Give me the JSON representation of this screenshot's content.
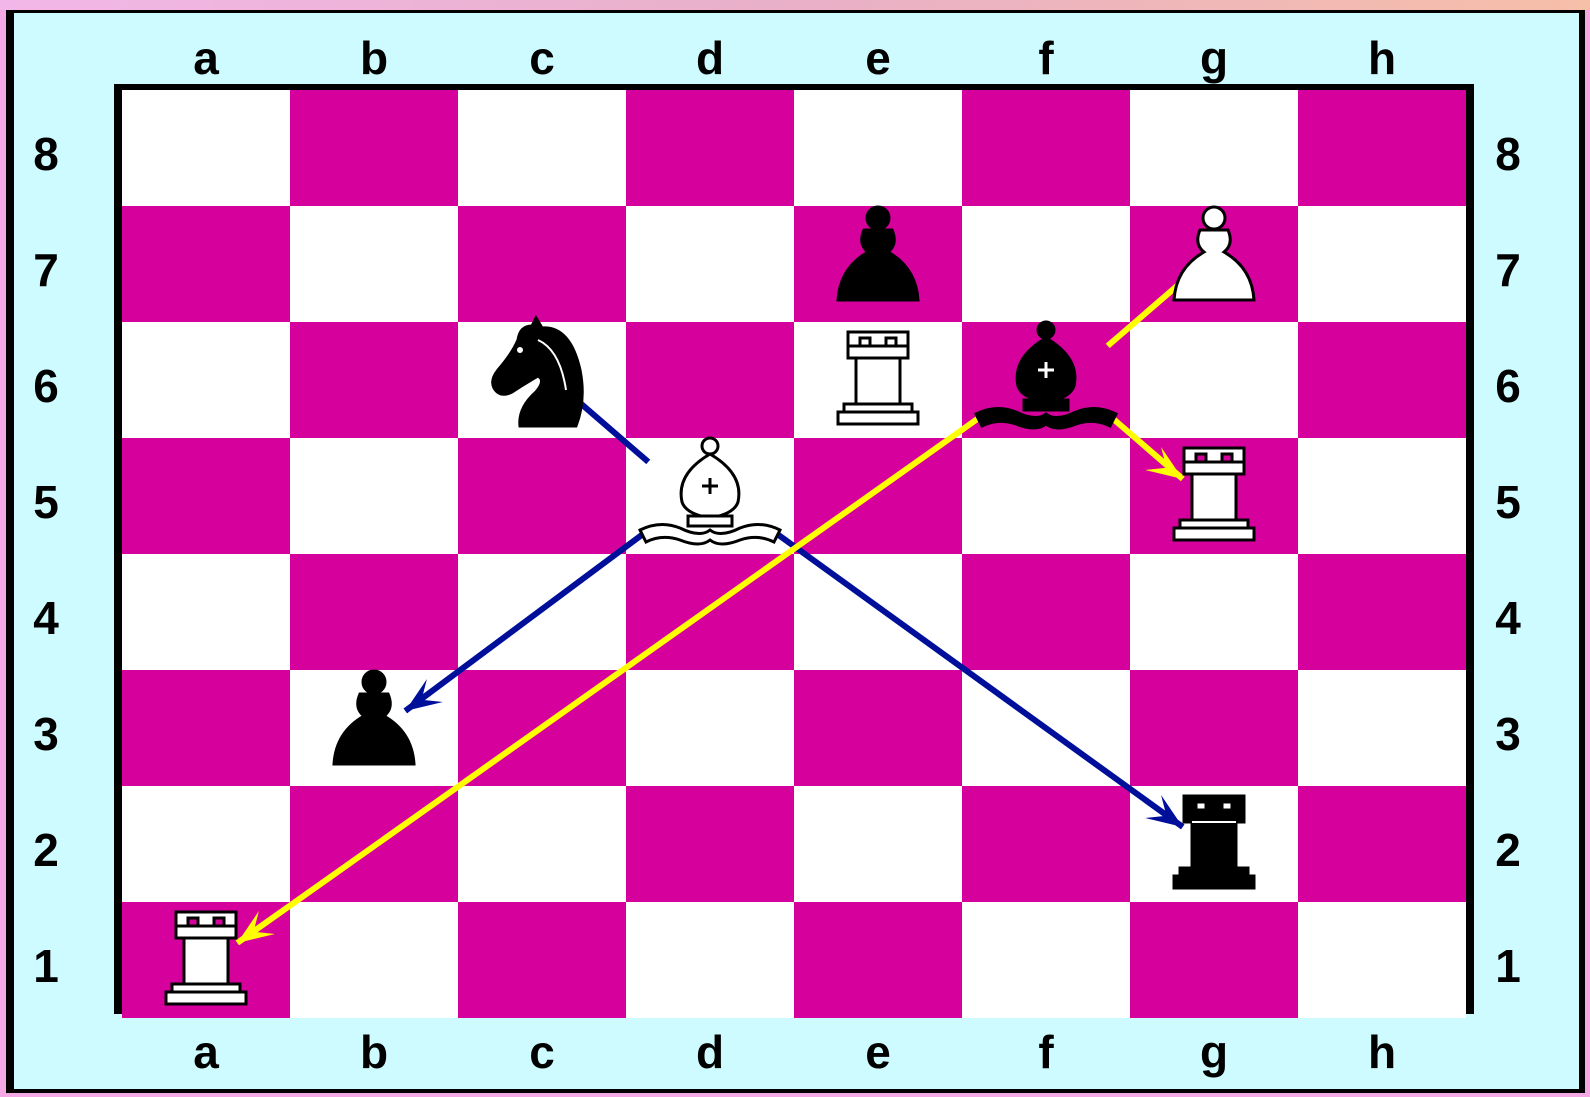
{
  "board": {
    "files": [
      "a",
      "b",
      "c",
      "d",
      "e",
      "f",
      "g",
      "h"
    ],
    "ranks": [
      "8",
      "7",
      "6",
      "5",
      "4",
      "3",
      "2",
      "1"
    ],
    "colors": {
      "light": "#ffffff",
      "dark": "#d6009c",
      "frame": "#cdfbff",
      "outer": "#f4a9e4"
    }
  },
  "pieces": [
    {
      "square": "e7",
      "piece": "pawn",
      "color": "black",
      "icon": "black-pawn-icon"
    },
    {
      "square": "g7",
      "piece": "pawn",
      "color": "white",
      "icon": "white-pawn-icon"
    },
    {
      "square": "c6",
      "piece": "knight",
      "color": "black",
      "icon": "black-knight-icon"
    },
    {
      "square": "e6",
      "piece": "rook",
      "color": "white",
      "icon": "white-rook-icon"
    },
    {
      "square": "f6",
      "piece": "bishop",
      "color": "black",
      "icon": "black-bishop-icon"
    },
    {
      "square": "d5",
      "piece": "bishop",
      "color": "white",
      "icon": "white-bishop-icon"
    },
    {
      "square": "g5",
      "piece": "rook",
      "color": "white",
      "icon": "white-rook-icon"
    },
    {
      "square": "b3",
      "piece": "pawn",
      "color": "black",
      "icon": "black-pawn-icon"
    },
    {
      "square": "g2",
      "piece": "rook",
      "color": "black",
      "icon": "black-rook-icon"
    },
    {
      "square": "a1",
      "piece": "rook",
      "color": "white",
      "icon": "white-rook-icon"
    }
  ],
  "arrows": [
    {
      "name": "arrow-d5-c6",
      "from": "d5",
      "to": "c6",
      "color": "#000f9a",
      "head": false
    },
    {
      "name": "arrow-d5-b3",
      "from": "d5",
      "to": "b3",
      "color": "#000f9a",
      "head": true
    },
    {
      "name": "arrow-d5-g2",
      "from": "d5",
      "to": "g2",
      "color": "#000f9a",
      "head": true
    },
    {
      "name": "arrow-f6-g7",
      "from": "f6",
      "to": "g7",
      "color": "#ffff00",
      "head": false
    },
    {
      "name": "arrow-f6-g5",
      "from": "f6",
      "to": "g5",
      "color": "#ffff00",
      "head": true
    },
    {
      "name": "arrow-f6-a1",
      "from": "f6",
      "to": "a1",
      "color": "#ffff00",
      "head": true
    }
  ]
}
